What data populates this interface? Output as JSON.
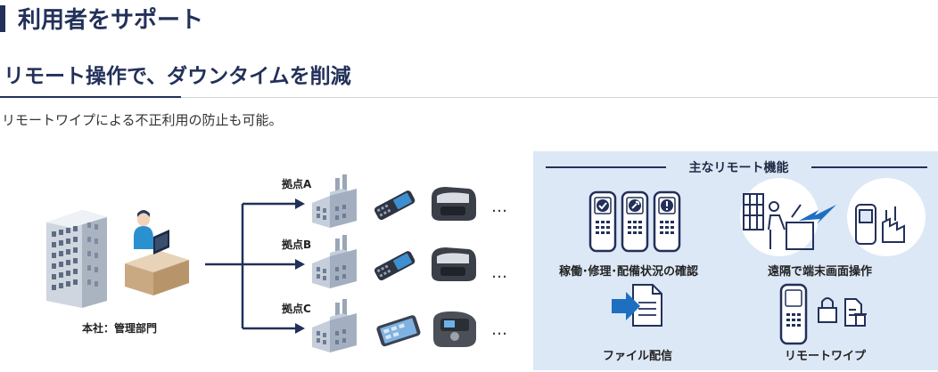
{
  "header": {
    "title": "利用者をサポート",
    "subtitle": "リモート操作で、ダウンタイムを削減",
    "lead": "リモートワイプによる不正利用の防止も可能。"
  },
  "diagram": {
    "hq_label": "本社：管理部門",
    "sites": [
      {
        "label": "拠点A",
        "ellipsis": "…"
      },
      {
        "label": "拠点B",
        "ellipsis": "…"
      },
      {
        "label": "拠点C",
        "ellipsis": "…"
      }
    ]
  },
  "features": {
    "title": "主なリモート機能",
    "items": [
      {
        "label": "稼働･修理･配備状況の確認"
      },
      {
        "label": "遠隔で端末画面操作"
      },
      {
        "label": "ファイル配信"
      },
      {
        "label": "リモートワイプ"
      }
    ]
  },
  "colors": {
    "navy": "#22305a",
    "panel_bg": "#dce8f6",
    "accent_blue": "#1e6fc0"
  }
}
